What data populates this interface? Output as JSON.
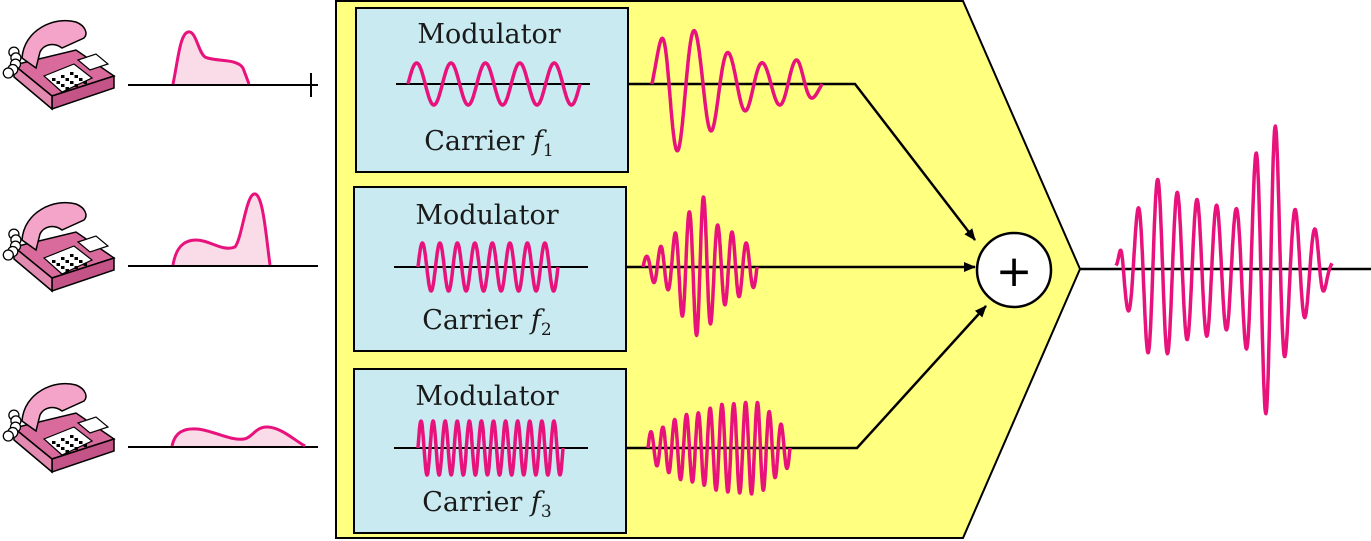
{
  "colors": {
    "panel_fill": "#ffff80",
    "modulator_fill": "#c8eaf0",
    "signal": "#e8127c",
    "signal_fill": "#fadbe8",
    "phone_body": "#f4a4c8",
    "line": "#000000"
  },
  "icons": {
    "phone": "telephone-icon",
    "adder": "summing-junction-icon"
  },
  "modulators": [
    {
      "title": "Modulator",
      "carrier_label": "Carrier ",
      "carrier_var": "f",
      "carrier_sub": "1"
    },
    {
      "title": "Modulator",
      "carrier_label": "Carrier ",
      "carrier_var": "f",
      "carrier_sub": "2"
    },
    {
      "title": "Modulator",
      "carrier_label": "Carrier ",
      "carrier_var": "f",
      "carrier_sub": "3"
    }
  ],
  "adder_symbol": "+"
}
